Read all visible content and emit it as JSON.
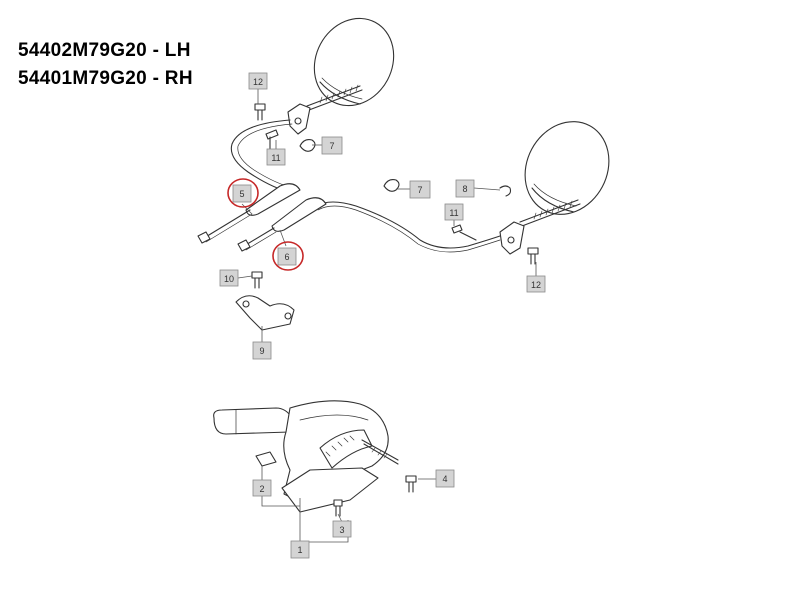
{
  "titles": {
    "lh": "54402M79G20 - LH",
    "rh": "54401M79G20 - RH"
  },
  "callouts": [
    {
      "id": "c1",
      "label": "1"
    },
    {
      "id": "c2",
      "label": "2"
    },
    {
      "id": "c3",
      "label": "3"
    },
    {
      "id": "c4",
      "label": "4"
    },
    {
      "id": "c5",
      "label": "5",
      "highlighted": true
    },
    {
      "id": "c6",
      "label": "6",
      "highlighted": true
    },
    {
      "id": "c7a",
      "label": "7"
    },
    {
      "id": "c7b",
      "label": "7"
    },
    {
      "id": "c8",
      "label": "8"
    },
    {
      "id": "c9",
      "label": "9"
    },
    {
      "id": "c10",
      "label": "10"
    },
    {
      "id": "c11a",
      "label": "11"
    },
    {
      "id": "c11b",
      "label": "11"
    },
    {
      "id": "c12a",
      "label": "12"
    },
    {
      "id": "c12b",
      "label": "12"
    }
  ],
  "colors": {
    "line": "#333333",
    "callout_fill": "#d4d4d4",
    "callout_border": "#8a8a8a",
    "highlight": "#c62828"
  }
}
